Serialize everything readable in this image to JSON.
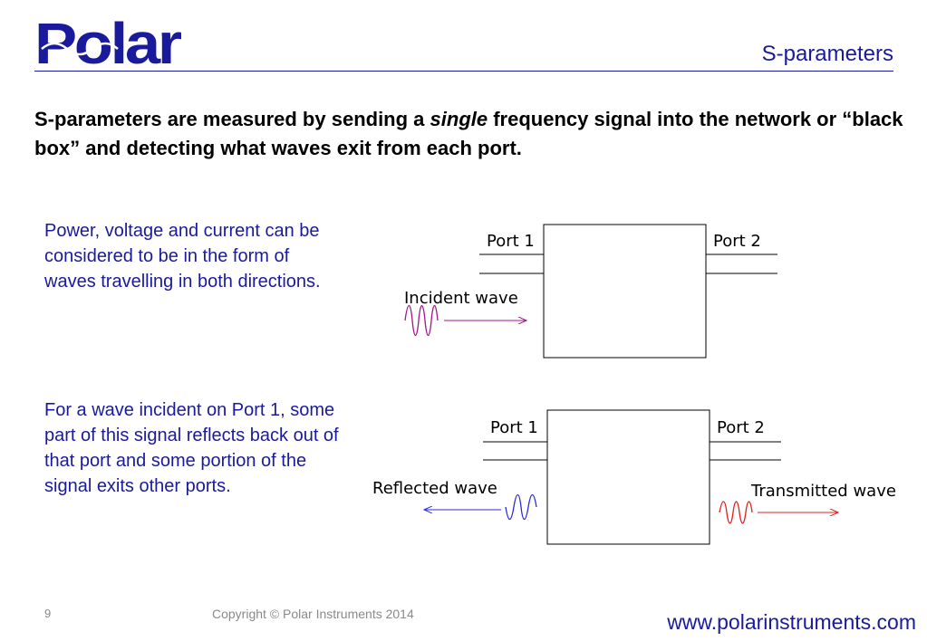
{
  "header": {
    "logo_text": "Polar",
    "title": "S-parameters",
    "brand_color": "#1a1a9c"
  },
  "headline": {
    "part1": "S-parameters are measured by sending a ",
    "emphasis": "single",
    "part2": " frequency signal into the network or “black box” and detecting what waves exit from each port."
  },
  "paragraphs": {
    "p1": "Power, voltage and current can be considered to be in the form of waves travelling in both directions.",
    "p2": "For a wave incident on Port 1, some part of this signal reflects back out of that port and some portion of the signal exits other ports."
  },
  "diagram1": {
    "port1_label": "Port 1",
    "port2_label": "Port 2",
    "wave_label": "Incident wave",
    "wave_color": "#a0148c"
  },
  "diagram2": {
    "port1_label": "Port 1",
    "port2_label": "Port 2",
    "reflected_label": "Reflected wave",
    "transmitted_label": "Transmitted wave",
    "reflected_color": "#2a2ad8",
    "transmitted_color": "#e02020"
  },
  "footer": {
    "page_number": "9",
    "copyright": "Copyright © Polar Instruments 2014",
    "website": "www.polarinstruments.com"
  }
}
